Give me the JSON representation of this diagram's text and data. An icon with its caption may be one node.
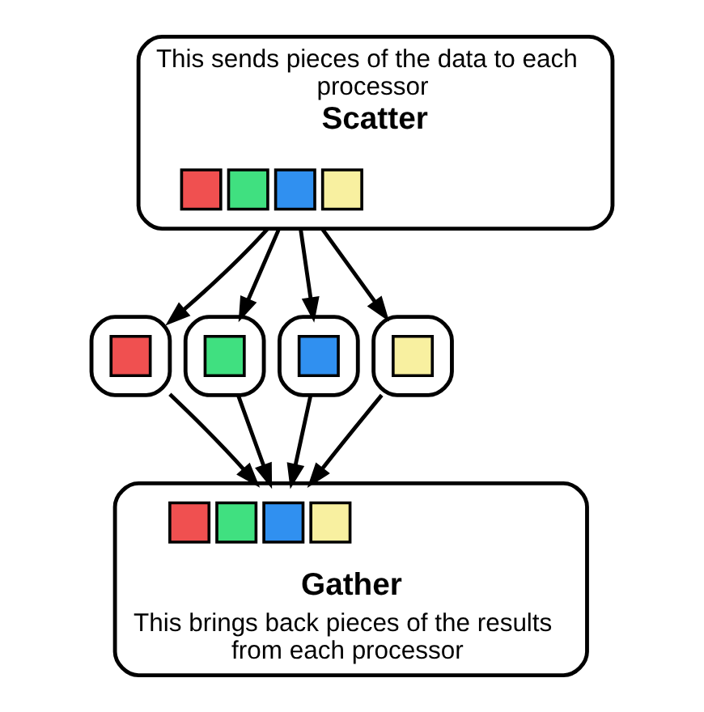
{
  "diagram": {
    "nodes": [
      {
        "text": [
          "Scatter"
        ],
        "beside": [
          "This sends pieces of the data to each processor"
        ]
      },
      {
        "text": [],
        "shape": "box",
        "in": 0
      },
      {
        "text": [],
        "shape": "box",
        "in": 0
      },
      {
        "text": [],
        "shape": "box",
        "in": 0
      },
      {
        "text": [],
        "shape": "box",
        "in": 0
      },
      {
        "text": [],
        "shape": "box"
      },
      {
        "text": [],
        "shape": "box",
        "in": 5
      },
      {
        "text": [],
        "shape": "box"
      },
      {
        "text": [],
        "shape": "box",
        "in": 7
      },
      {
        "text": [],
        "shape": "box"
      },
      {
        "text": [],
        "shape": "box",
        "in": 9
      },
      {
        "text": [],
        "shape": "box"
      },
      {
        "text": [],
        "shape": "box",
        "in": 11
      },
      {
        "text": [
          "Gather"
        ],
        "beside": [
          "This brings back pieces of the results from each processor"
        ]
      },
      {
        "text": [],
        "shape": "box",
        "in": 13
      },
      {
        "text": [],
        "shape": "box",
        "in": 13
      },
      {
        "text": [],
        "shape": "box",
        "in": 13
      },
      {
        "text": [],
        "shape": "box",
        "in": 13
      }
    ],
    "edges": [
      {
        "from": 0,
        "to": 5,
        "arrow": "to"
      },
      {
        "from": 0,
        "to": 7,
        "arrow": "to"
      },
      {
        "from": 0,
        "to": 9,
        "arrow": "to"
      },
      {
        "from": 0,
        "to": 11,
        "arrow": "to"
      },
      {
        "from": 5,
        "to": 13,
        "arrow": "to"
      },
      {
        "from": 7,
        "to": 13,
        "arrow": "to"
      },
      {
        "from": 9,
        "to": 13,
        "arrow": "to"
      },
      {
        "from": 11,
        "to": 13,
        "arrow": "to"
      }
    ]
  }
}
